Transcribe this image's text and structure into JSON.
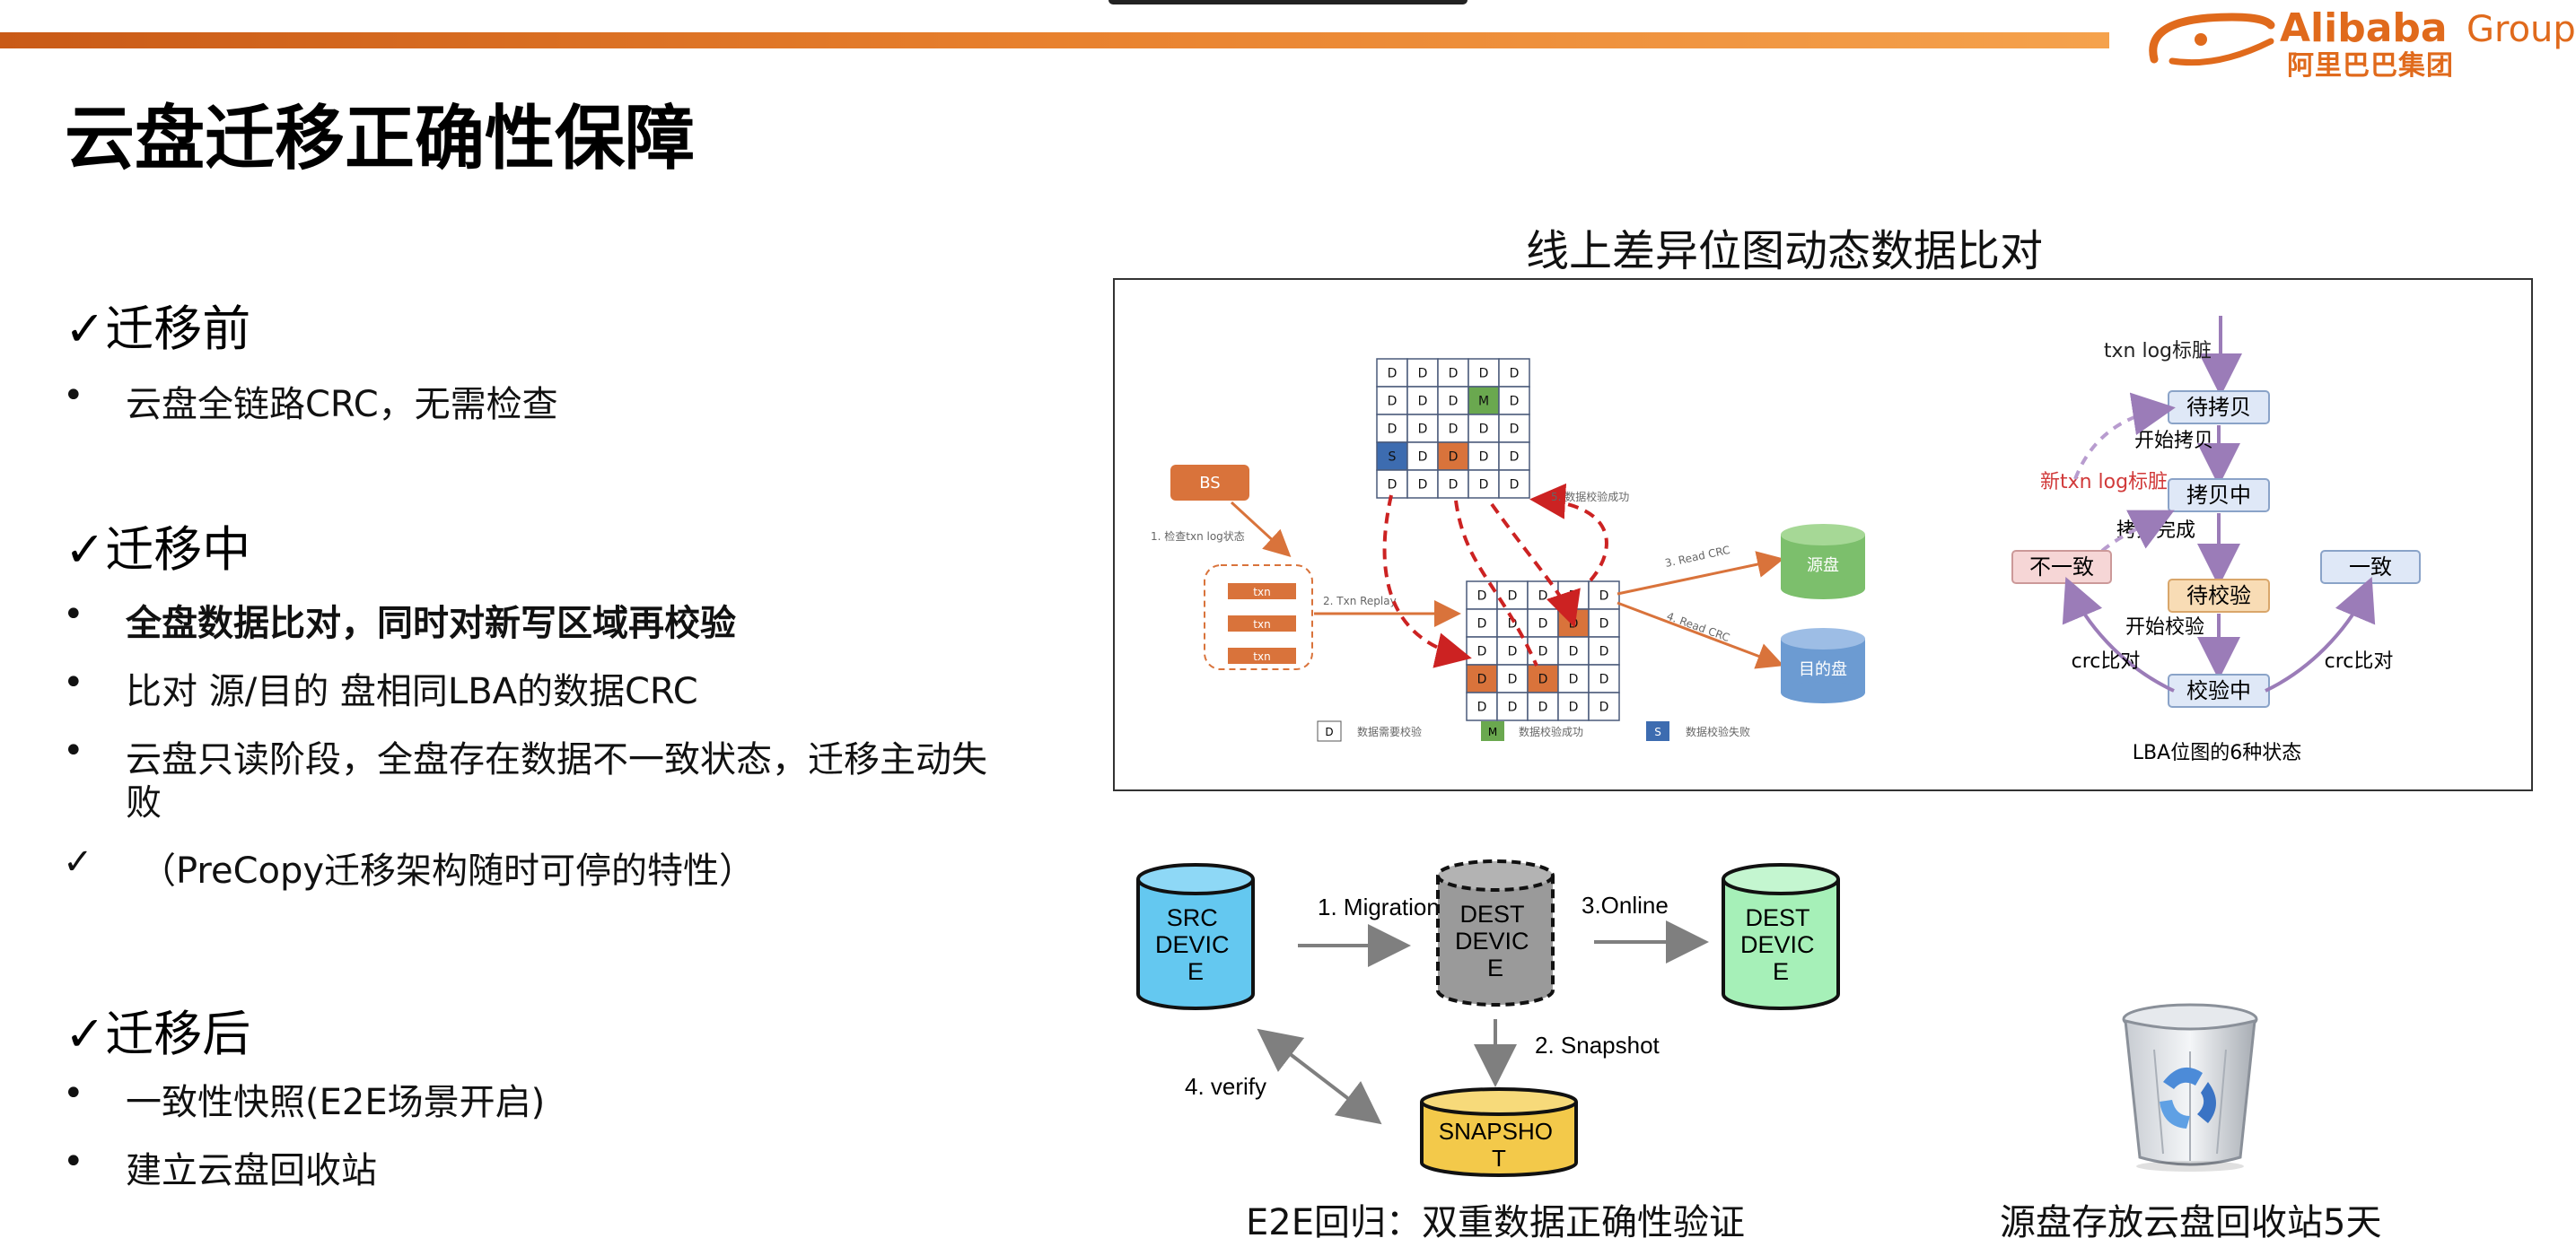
{
  "branding": {
    "logo_main": "Alibaba",
    "logo_group": "Group",
    "logo_cn": "阿里巴巴集团",
    "accent_color": "#e06a1c"
  },
  "slide": {
    "title": "云盘迁移正确性保障",
    "sections": [
      {
        "heading": "✓迁移前",
        "bullets": [
          {
            "marker": "•",
            "text": "云盘全链路CRC，无需检查",
            "bold": false
          }
        ]
      },
      {
        "heading": "✓迁移中",
        "bullets": [
          {
            "marker": "•",
            "text": "全盘数据比对，同时对新写区域再校验",
            "bold": true
          },
          {
            "marker": "•",
            "text": "比对 源/目的 盘相同LBA的数据CRC",
            "bold": false
          },
          {
            "marker": "•",
            "text": "云盘只读阶段，全盘存在数据不一致状态，迁移主动失",
            "text2": "败",
            "bold": false
          },
          {
            "marker": "✓",
            "text": "（PreCopy迁移架构随时可停的特性）",
            "bold": false
          }
        ]
      },
      {
        "heading": "✓迁移后",
        "bullets": [
          {
            "marker": "•",
            "text": "一致性快照(E2E场景开启)",
            "bold": false
          },
          {
            "marker": "•",
            "text": "建立云盘回收站",
            "bold": false
          }
        ]
      }
    ]
  },
  "fig_bitmap": {
    "title": "线上差异位图动态数据比对",
    "bs_label": "BS",
    "step1": "1. 检查txn log状态",
    "txn_label": "txn",
    "step2": "2. Txn Replay",
    "step3": "3. Read CRC",
    "step4": "4. Read CRC",
    "step5": "5. 数据校验成功",
    "src_disk": "源盘",
    "dst_disk": "目的盘",
    "legend_d_key": "D",
    "legend_d": "数据需要校验",
    "legend_m_key": "M",
    "legend_m": "数据校验成功",
    "legend_s_key": "S",
    "legend_s": "数据校验失败",
    "grid_top": [
      [
        "D",
        "D",
        "D",
        "D",
        "D"
      ],
      [
        "D",
        "D",
        "D",
        "M",
        "D"
      ],
      [
        "D",
        "D",
        "D",
        "D",
        "D"
      ],
      [
        "S",
        "D",
        "D",
        "D",
        "D"
      ],
      [
        "D",
        "D",
        "D",
        "D",
        "D"
      ]
    ],
    "grid_bottom": [
      [
        "D",
        "D",
        "D",
        "D",
        "D"
      ],
      [
        "D",
        "D",
        "D",
        "D",
        "D"
      ],
      [
        "D",
        "D",
        "D",
        "D",
        "D"
      ],
      [
        "D",
        "D",
        "D",
        "D",
        "D"
      ],
      [
        "D",
        "D",
        "D",
        "D",
        "D"
      ]
    ],
    "colors": {
      "D": "#ffffff",
      "M": "#6aa84f",
      "S": "#3d6cb0",
      "O": "#d9733b"
    }
  },
  "fig_states": {
    "txn_log_dirty": "txn log标脏",
    "pending_copy": "待拷贝",
    "start_copy": "开始拷贝",
    "new_txn_dirty": "新txn log标脏",
    "copying": "拷贝中",
    "copy_done": "拷贝完成",
    "inconsistent": "不一致",
    "consistent": "一致",
    "pending_verify": "待校验",
    "start_verify": "开始校验",
    "crc_compare_left": "crc比对",
    "crc_compare_right": "crc比对",
    "verifying": "校验中",
    "caption": "LBA位图的6种状态"
  },
  "fig_e2e": {
    "src_device": "SRC DEVIC E",
    "dest_device_1": "DEST DEVIC E",
    "dest_device_2": "DEST DEVIC E",
    "snapshot": "SNAPSHO T",
    "step_migration": "1. Migration",
    "step_online": "3.Online",
    "step_snapshot": "2. Snapshot",
    "step_verify": "4. verify",
    "caption": "E2E回归：双重数据正确性验证"
  },
  "fig_recycle": {
    "caption": "源盘存放云盘回收站5天"
  }
}
